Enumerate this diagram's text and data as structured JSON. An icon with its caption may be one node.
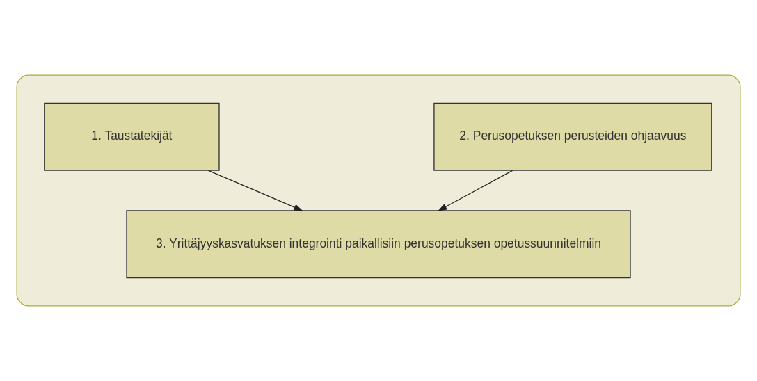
{
  "diagram": {
    "nodes": [
      {
        "text": [],
        "shape": "box"
      },
      {
        "text": [
          "1. Taustatekijät"
        ],
        "in": 0
      },
      {
        "text": [
          "2. Perusopetuksen perusteiden ohjaavuus"
        ],
        "in": 0
      },
      {
        "text": [
          "3. Yrittäjyyskasvatuksen integrointi paikallisiin perusopetuksen opetussuunnitelmiin"
        ],
        "in": 0
      }
    ],
    "edges": [
      {
        "from": 1,
        "to": 3,
        "arrow": "to"
      },
      {
        "from": 2,
        "to": 3,
        "arrow": "to"
      }
    ]
  }
}
